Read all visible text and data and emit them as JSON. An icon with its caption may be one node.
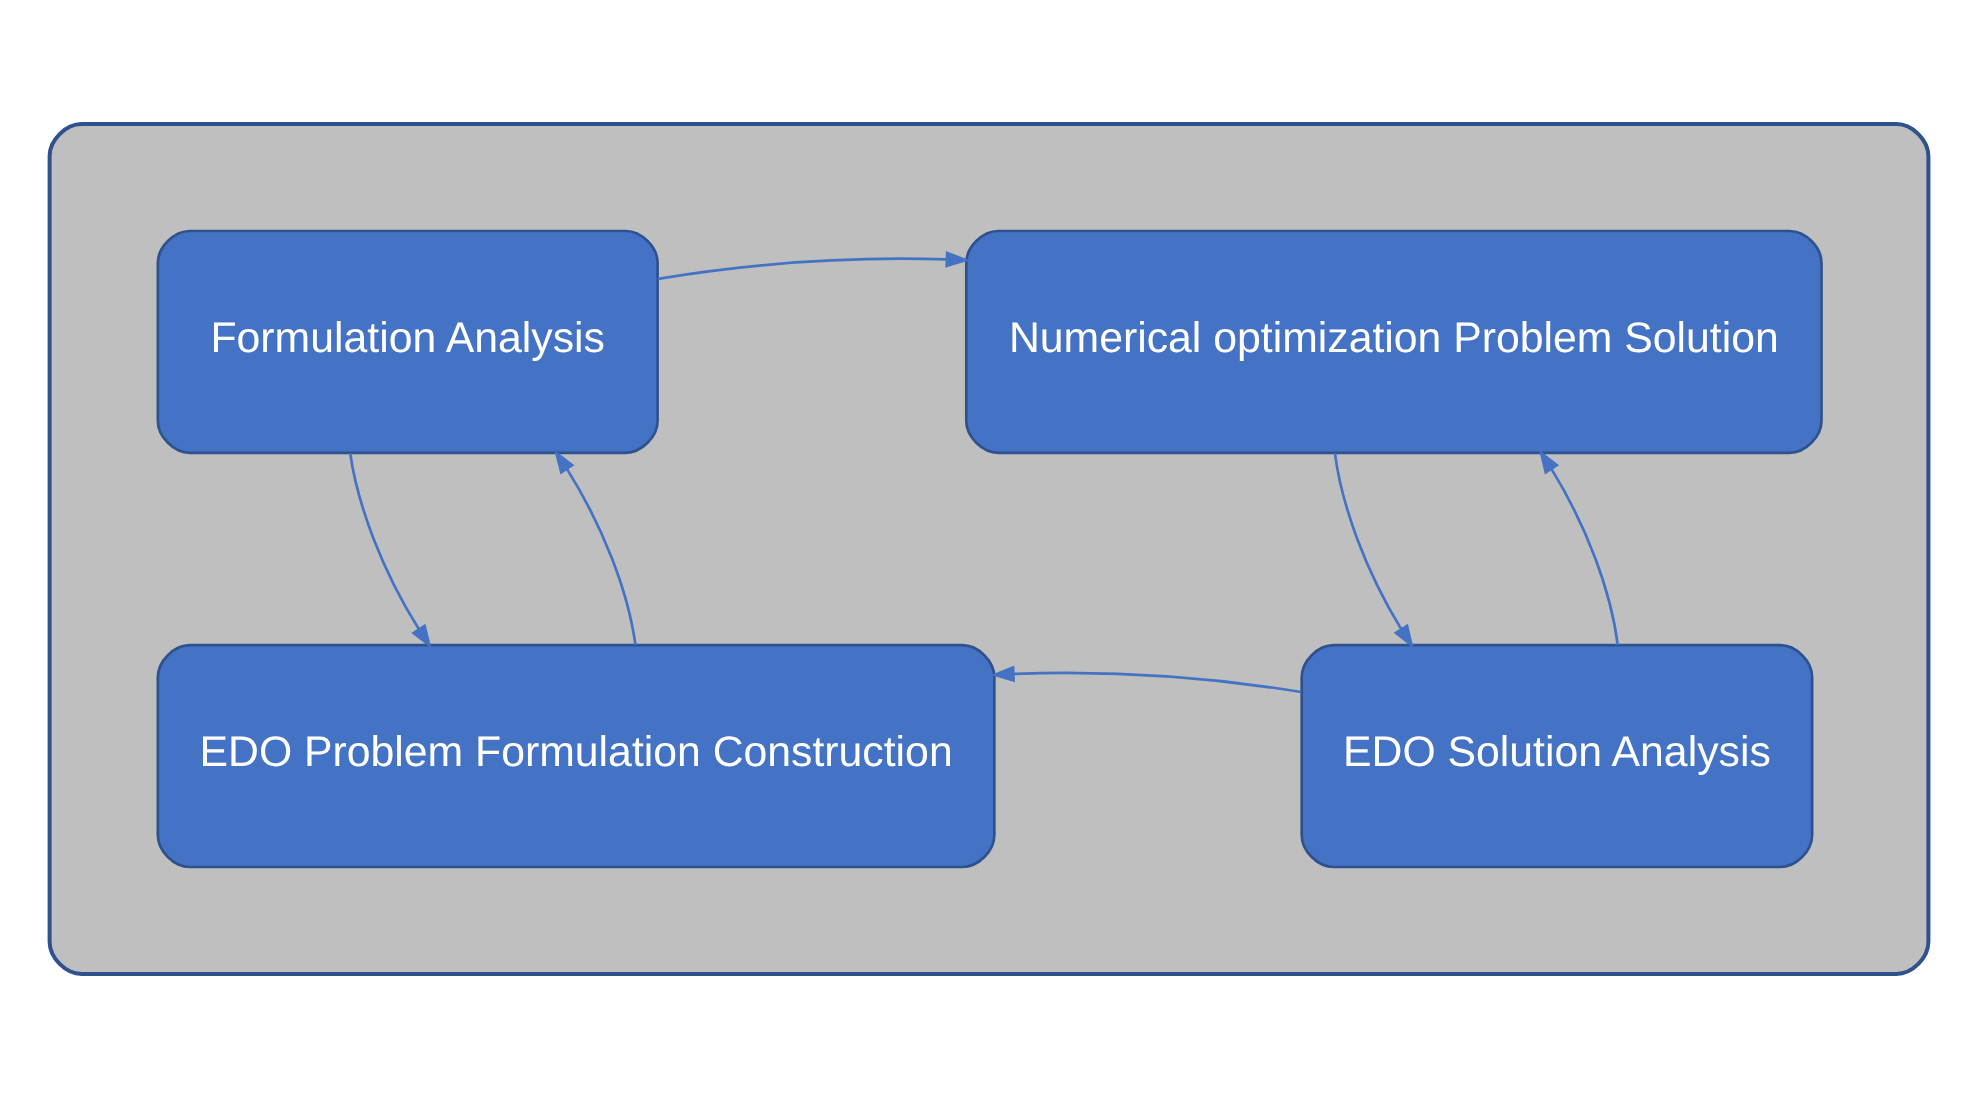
{
  "diagram": {
    "nodes": [
      {
        "text": [],
        "shape": "box"
      },
      {
        "text": [
          "Formulation Analysis"
        ],
        "in": 0
      },
      {
        "text": [
          "Numerical optimization Problem Solution"
        ],
        "in": 0
      },
      {
        "text": [
          "EDO Problem Formulation Construction"
        ],
        "in": 0
      },
      {
        "text": [
          "EDO Solution Analysis"
        ],
        "in": 0
      }
    ],
    "edges": [
      {
        "from": 1,
        "to": 2,
        "arrow": "to"
      },
      {
        "from": 1,
        "to": 3,
        "arrow": "to"
      },
      {
        "from": 3,
        "to": 1,
        "arrow": "to"
      },
      {
        "from": 2,
        "to": 4,
        "arrow": "to"
      },
      {
        "from": 4,
        "to": 2,
        "arrow": "to"
      },
      {
        "from": 4,
        "to": 3,
        "arrow": "to"
      }
    ]
  }
}
